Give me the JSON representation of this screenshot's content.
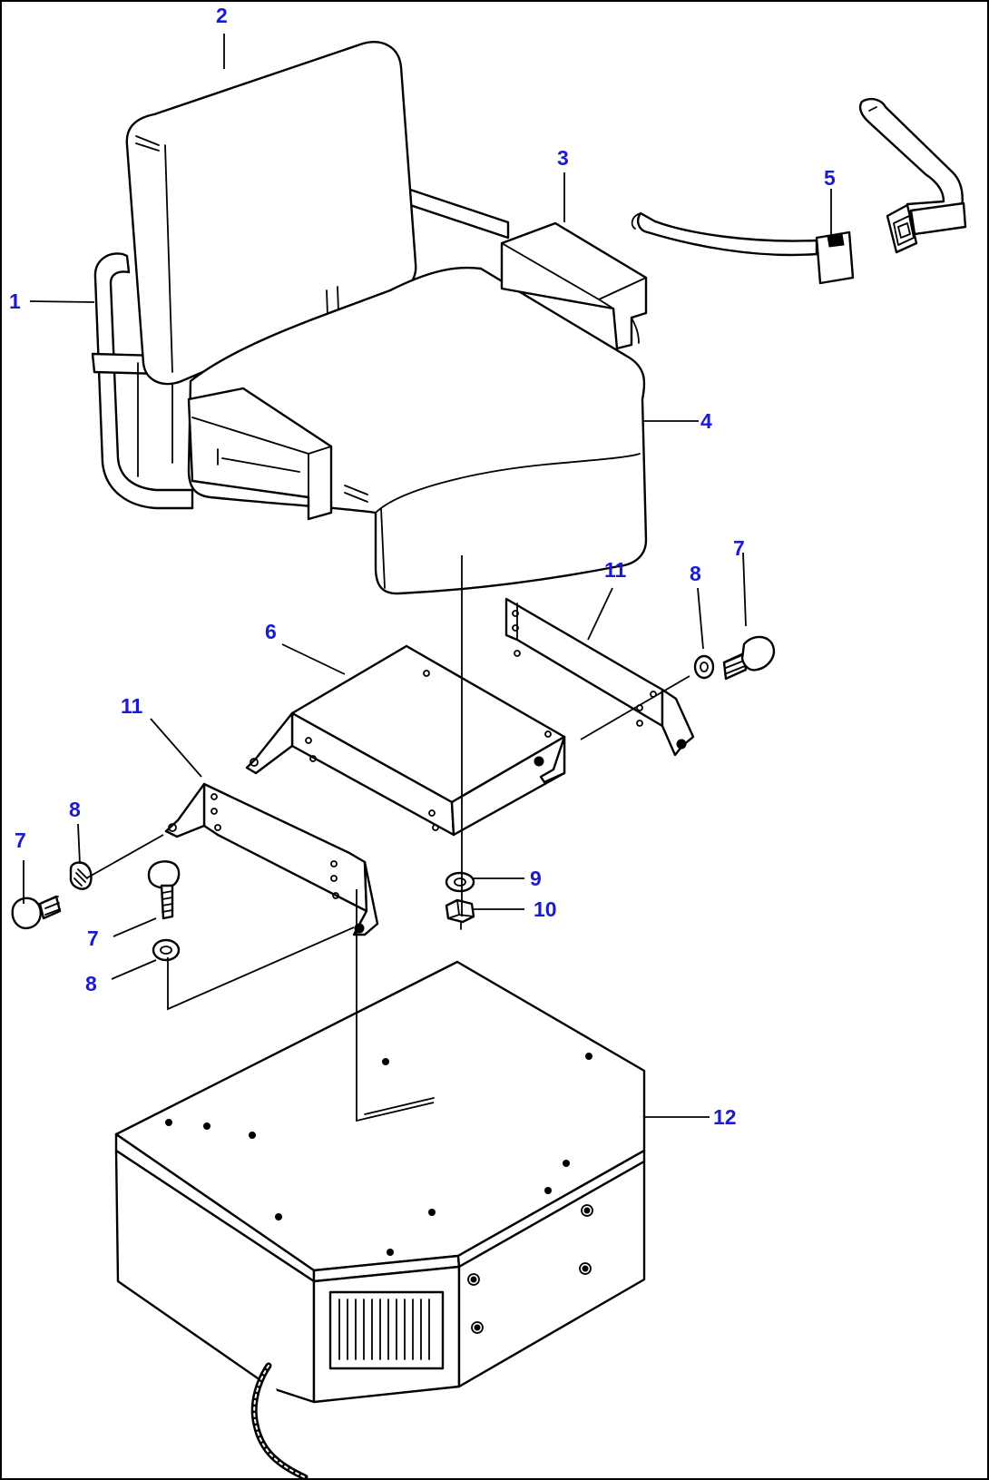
{
  "diagram": {
    "callouts": [
      {
        "id": "c1",
        "text": "1"
      },
      {
        "id": "c2",
        "text": "2"
      },
      {
        "id": "c3",
        "text": "3"
      },
      {
        "id": "c4",
        "text": "4"
      },
      {
        "id": "c5",
        "text": "5"
      },
      {
        "id": "c6",
        "text": "6"
      },
      {
        "id": "c7a",
        "text": "7"
      },
      {
        "id": "c8a",
        "text": "8"
      },
      {
        "id": "c11a",
        "text": "11"
      },
      {
        "id": "c11b",
        "text": "11"
      },
      {
        "id": "c8b",
        "text": "8"
      },
      {
        "id": "c7b",
        "text": "7"
      },
      {
        "id": "c7c",
        "text": "7"
      },
      {
        "id": "c8c",
        "text": "8"
      },
      {
        "id": "c9",
        "text": "9"
      },
      {
        "id": "c10",
        "text": "10"
      },
      {
        "id": "c12",
        "text": "12"
      }
    ],
    "callout_color": "#1a1ad0",
    "line_color": "#000000"
  }
}
